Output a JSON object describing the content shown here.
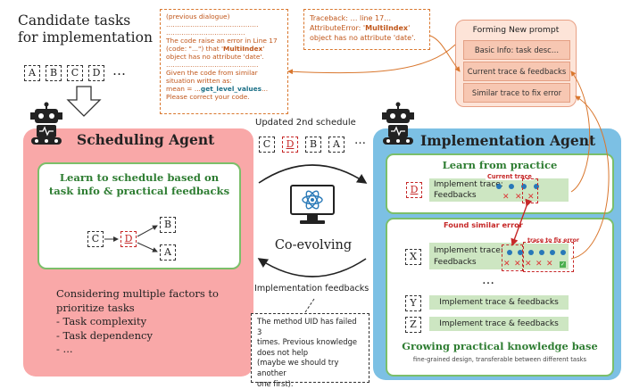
{
  "candidate": {
    "title_line1": "Candidate tasks",
    "title_line2": "for implementation",
    "tasks": [
      "A",
      "B",
      "C",
      "D"
    ],
    "ellipsis": "…"
  },
  "note_left": {
    "l1": "(previous dialogue)",
    "l2": "……………………………………",
    "l3": "………………………………",
    "l4a": "The code raise an error in Line 17",
    "l4b": "(code: \"...\") that '",
    "l4c": "MultiIndex",
    "l4d": "'",
    "l5": "object has no attribute 'date'.",
    "l6": "……………………………………",
    "l7": "Given the code from similar",
    "l8": "situation written as:",
    "l9a": "mean = ...",
    "l9b": "get_level_values",
    "l9c": "...",
    "l10": "Please correct your code."
  },
  "note_mid": {
    "l1": "Traceback: … line 17…",
    "l2a": "AttributeError: '",
    "l2b": "MultiIndex",
    "l2c": "'",
    "l3": "object has no attribute 'date'."
  },
  "new_prompt": {
    "title": "Forming New prompt",
    "items": [
      "Basic Info: task desc…",
      "Current trace & feedbacks",
      "Similar trace to fix error"
    ]
  },
  "schedule": {
    "label": "Updated 2nd schedule",
    "tasks": [
      "C",
      "D",
      "B",
      "A"
    ],
    "ellipsis": "…"
  },
  "scheduling": {
    "title": "Scheduling Agent",
    "inner_title_1": "Learn to schedule based on",
    "inner_title_2": "task info & practical feedbacks",
    "graph_nodes": [
      "C",
      "D",
      "B",
      "A"
    ],
    "considering": [
      "Considering multiple factors to",
      "prioritize tasks",
      "- Task complexity",
      "- Task dependency",
      "- ..."
    ]
  },
  "center": {
    "label": "Co-evolving",
    "feedback_label": "Implementation feedbacks"
  },
  "feedback_note": {
    "lines": [
      "The method UID has failed 3",
      "times. Previous knowledge",
      "does not help",
      "(maybe we should try another",
      "one first)."
    ]
  },
  "implementation": {
    "title": "Implementation Agent",
    "learn_title": "Learn from practice",
    "current_trace_label": "Current trace",
    "task_d": "D",
    "implement_trace": "Implement trace:",
    "feedbacks": "Feedbacks",
    "found_similar": "Found similar error",
    "trace_to_fix": "trace to fix error",
    "task_x": "X",
    "vertical_ellipsis": "…",
    "task_y": "Y",
    "task_z": "Z",
    "pill_text": "Implement trace & feedbacks",
    "kb_title": "Growing practical knowledge base",
    "kb_sub": "fine-grained design, transferable between different tasks"
  },
  "colors": {
    "scheduling_bg": "#f9a8a8",
    "implementation_bg": "#7cc0e4",
    "inner_green_border": "#7bbf6a",
    "accent_red": "#c62828",
    "orange": "#d9772e"
  }
}
